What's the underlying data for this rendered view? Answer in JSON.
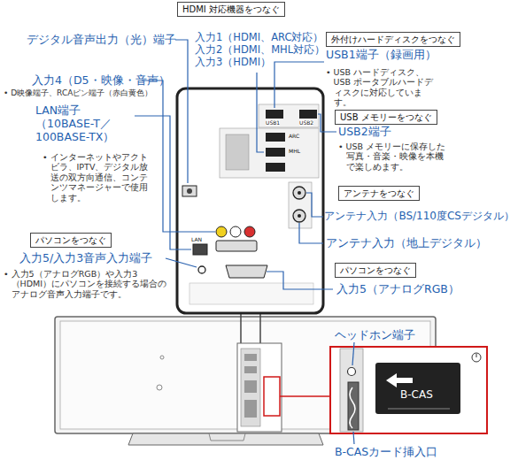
{
  "diagram": {
    "nodes": [
      {
        "text": [
          "HDMI 対応機器をつなぐ"
        ]
      },
      {
        "text": [
          "外付けハードディスクをつなぐ"
        ]
      },
      {
        "text": [
          "USB メモリーをつなぐ"
        ]
      },
      {
        "text": [
          "アンテナをつなぐ"
        ]
      },
      {
        "text": [
          "パソコンをつなぐ"
        ]
      },
      {
        "text": [
          "パソコンをつなぐ"
        ]
      }
    ],
    "labels": [
      "デジタル音声出力（光）端子",
      "入力1（HDMI、ARC対応）",
      "入力2（HDMI、MHL対応）",
      "入力3（HDMI）",
      "USB1端子（録画用）",
      "• USB ハードディスク、USB ポータブルハードディスクに対応しています。",
      "入力4（D5・映像・音声）",
      "• D映像端子、RCAピン端子（赤白黄色）",
      "LAN端子 （10BASE-T／ 100BASE-TX）",
      "• インターネットやアクトビラ、IPTV、デジタル放送の双方向通信、コンテンツマネージャーで使用します。",
      "USB2端子",
      "• USB メモリーに保存した写真・音楽・映像を本機で楽しめます。",
      "アンテナ入力（BS/110度CSデジタル）",
      "アンテナ入力（地上デジタル）",
      "入力5/入力3音声入力端子",
      "• 入力5（アナログRGB）や入力3（HDMI）にパソコンを接続する場合のアナログ音声入力端子です。",
      "入力5（アナログRGB）",
      "ヘッドホン端子",
      "B-CASカード挿入口",
      "B-CAS",
      "USB1",
      "USB2",
      "ARC",
      "MHL",
      "LAN"
    ]
  }
}
